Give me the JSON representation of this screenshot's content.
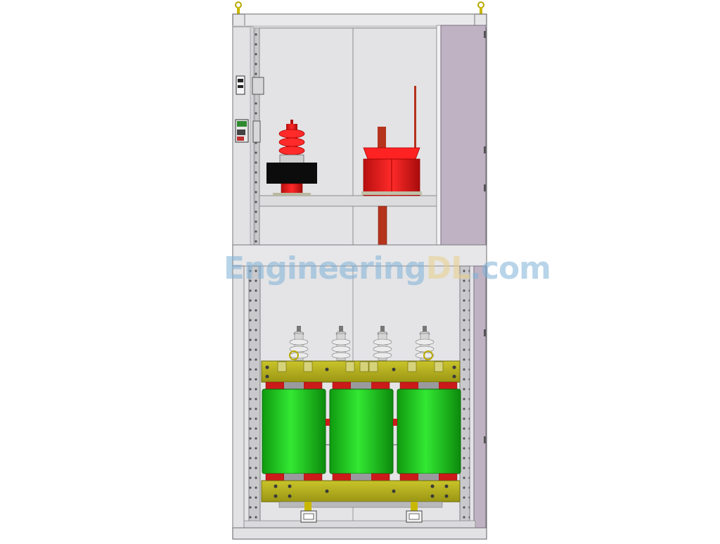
{
  "watermark": {
    "part1": "Engineering",
    "part2": "DL",
    "part3": ".com",
    "color_main": "#7fb2d8",
    "color_accent": "#e8cf8a"
  },
  "colors": {
    "cabinet_frame": "#e4e4e6",
    "cabinet_edge": "#6f6f73",
    "door_panel": "#bfb2c2",
    "insulator_red": "#e02020",
    "busbar_brown": "#b5331c",
    "coil_green": "#19c219",
    "clamp_olive": "#b7b21f"
  },
  "components": [
    "lifting-eye-left",
    "lifting-eye-right",
    "surge-arrester",
    "current-transformer",
    "dry-type-transformer",
    "transformer-coils",
    "hv-bushings",
    "busbars"
  ]
}
